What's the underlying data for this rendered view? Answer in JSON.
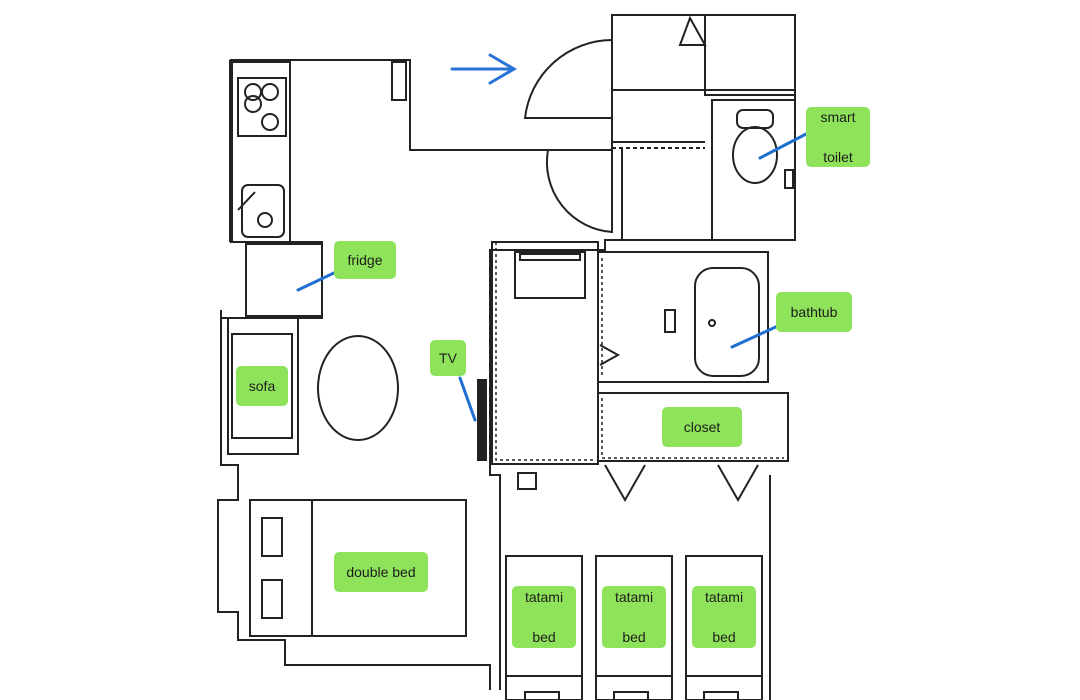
{
  "labels": {
    "smart_toilet_1": "smart",
    "smart_toilet_2": "toilet",
    "fridge": "fridge",
    "bathtub": "bathtub",
    "tv": "TV",
    "sofa": "sofa",
    "closet": "closet",
    "double_bed": "double bed",
    "tatami_bed_1_top": "tatami",
    "tatami_bed_1_bottom": "bed",
    "tatami_bed_2_top": "tatami",
    "tatami_bed_2_bottom": "bed",
    "tatami_bed_3_top": "tatami",
    "tatami_bed_3_bottom": "bed"
  },
  "colors": {
    "label_background": "#8fe35a",
    "leader_line": "#1f6fd1",
    "wall": "#222222",
    "entrance_arrow": "#2a72d6"
  },
  "icons": {
    "entrance": "arrow-right-icon"
  }
}
